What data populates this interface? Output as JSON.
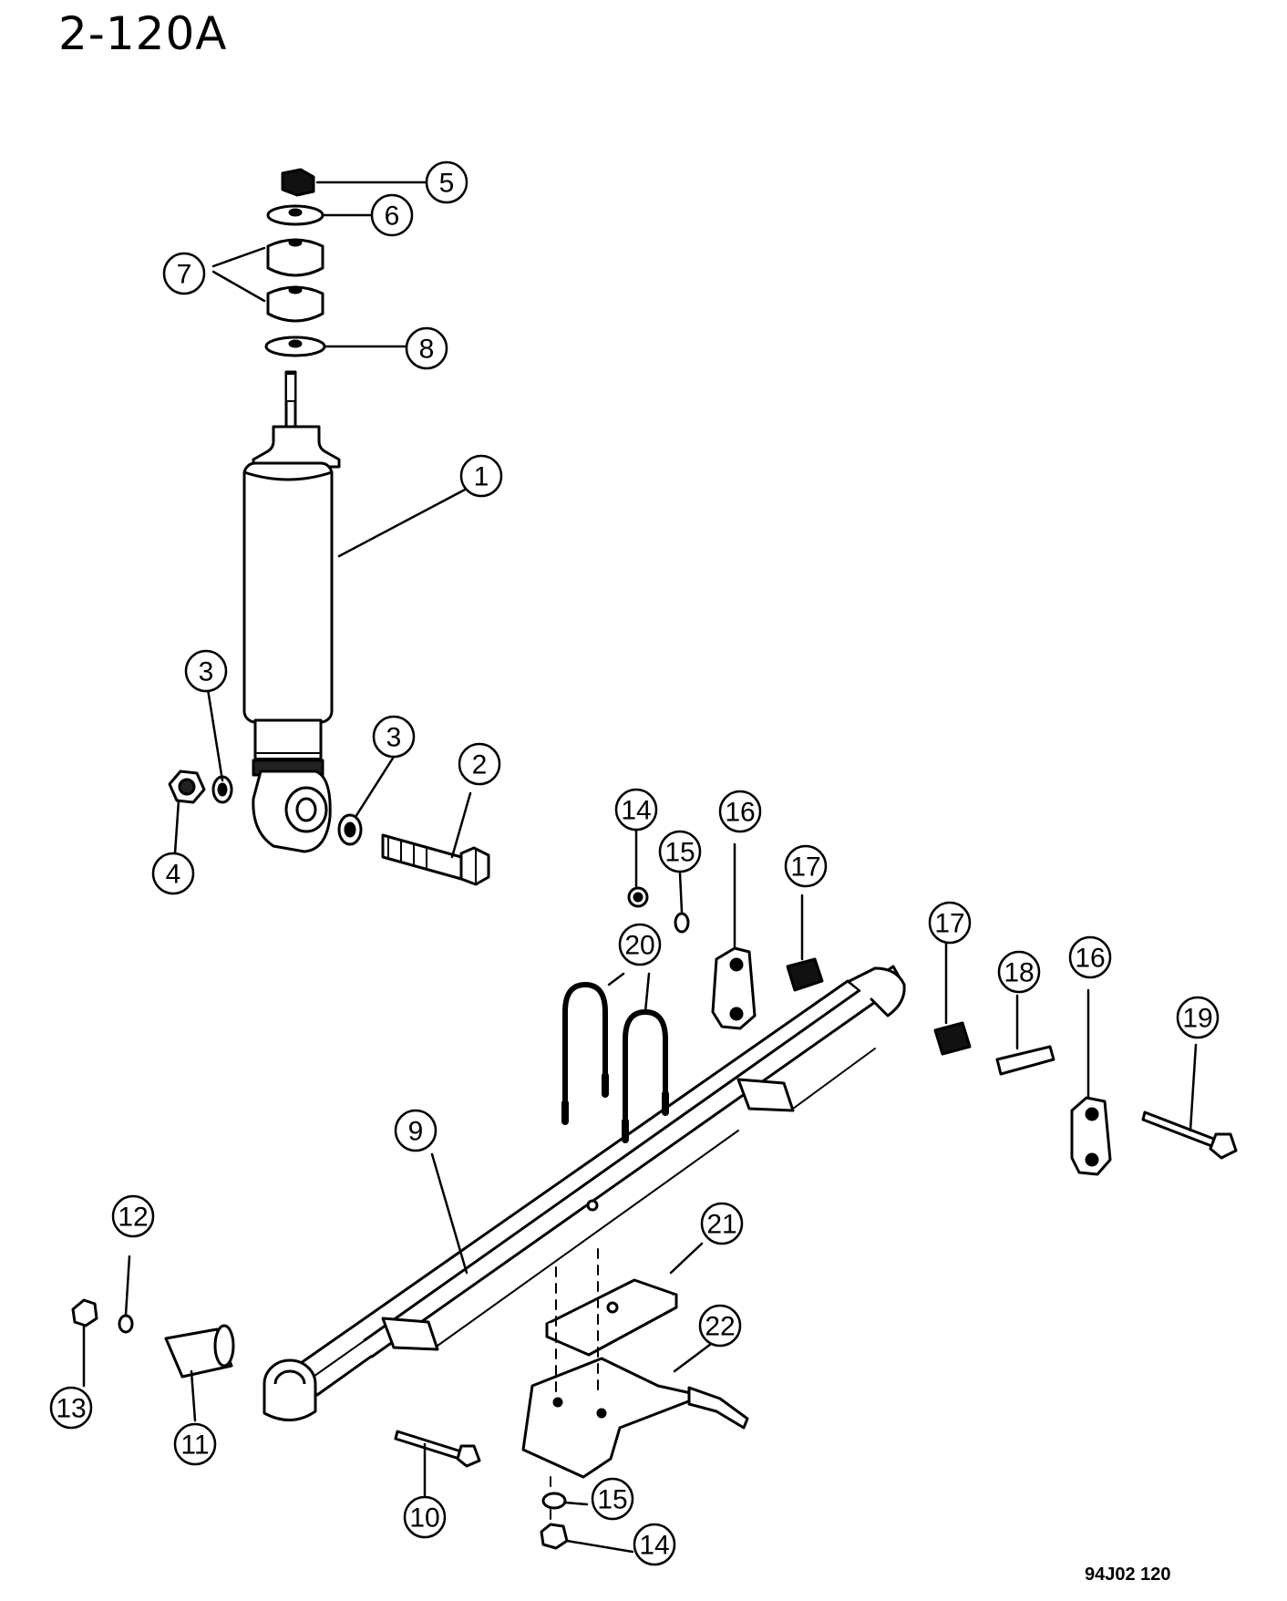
{
  "page": {
    "title": "2-120A",
    "figure_code": "94J02  120"
  },
  "parts": [
    {
      "id": "p1",
      "number": "1"
    },
    {
      "id": "p2",
      "number": "2"
    },
    {
      "id": "p3a",
      "number": "3"
    },
    {
      "id": "p3b",
      "number": "3"
    },
    {
      "id": "p4",
      "number": "4"
    },
    {
      "id": "p5",
      "number": "5"
    },
    {
      "id": "p6",
      "number": "6"
    },
    {
      "id": "p7",
      "number": "7"
    },
    {
      "id": "p8",
      "number": "8"
    },
    {
      "id": "p9",
      "number": "9"
    },
    {
      "id": "p10",
      "number": "10"
    },
    {
      "id": "p11",
      "number": "11"
    },
    {
      "id": "p12",
      "number": "12"
    },
    {
      "id": "p13",
      "number": "13"
    },
    {
      "id": "p14a",
      "number": "14"
    },
    {
      "id": "p14b",
      "number": "14"
    },
    {
      "id": "p15a",
      "number": "15"
    },
    {
      "id": "p15b",
      "number": "15"
    },
    {
      "id": "p16a",
      "number": "16"
    },
    {
      "id": "p16b",
      "number": "16"
    },
    {
      "id": "p17a",
      "number": "17"
    },
    {
      "id": "p17b",
      "number": "17"
    },
    {
      "id": "p18",
      "number": "18"
    },
    {
      "id": "p19",
      "number": "19"
    },
    {
      "id": "p20",
      "number": "20"
    },
    {
      "id": "p21",
      "number": "21"
    },
    {
      "id": "p22",
      "number": "22"
    }
  ]
}
